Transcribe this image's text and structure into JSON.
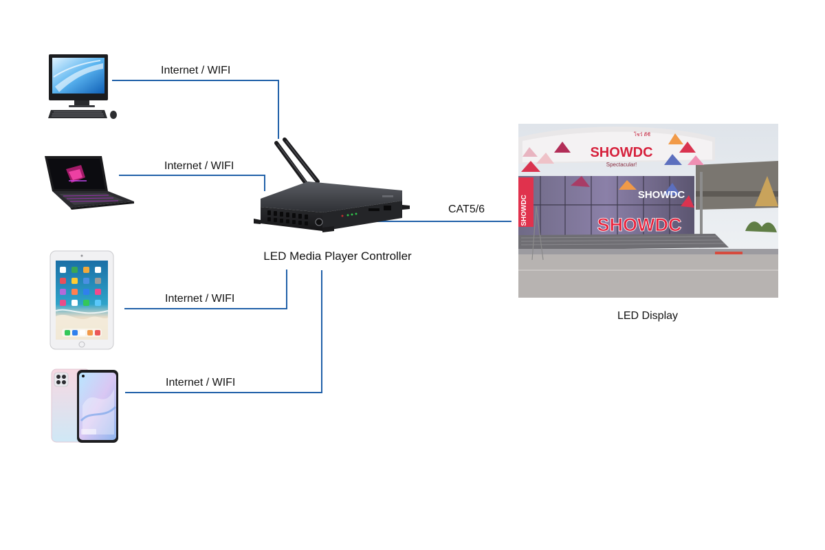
{
  "colors": {
    "connection_line": "#1f5fa8",
    "label_text": "#111111",
    "device_dark": "#1c1c1e"
  },
  "nodes": {
    "desktop": {
      "icon": "desktop-computer-icon"
    },
    "laptop": {
      "icon": "laptop-icon"
    },
    "tablet": {
      "icon": "tablet-icon"
    },
    "phone": {
      "icon": "smartphone-icon"
    },
    "controller": {
      "icon": "media-player-controller-icon",
      "label": "LED Media Player Controller"
    },
    "display": {
      "icon": "led-display-photo",
      "label": "LED Display",
      "signage_text": [
        "SHOWDC",
        "Spectacular!",
        "SHOWDC",
        "SHOWDC",
        "โชว์ ดีซี"
      ]
    }
  },
  "connections": {
    "desktop": {
      "label": "Internet / WIFI"
    },
    "laptop": {
      "label": "Internet / WIFI"
    },
    "tablet": {
      "label": "Internet / WIFI"
    },
    "phone": {
      "label": "Internet / WIFI"
    },
    "display": {
      "label": "CAT5/6"
    }
  }
}
